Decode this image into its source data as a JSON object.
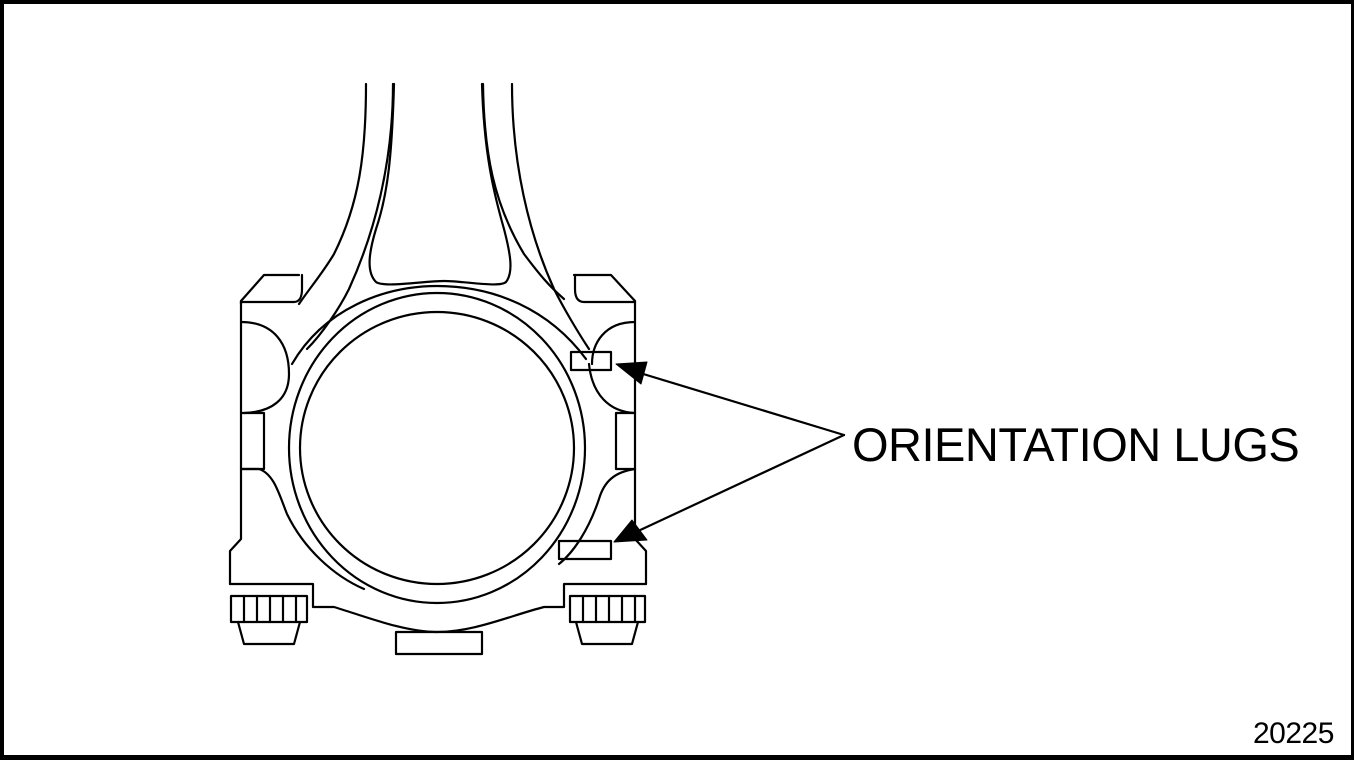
{
  "diagram": {
    "subject": "Connecting rod big end with bearing cap",
    "callout": {
      "label": "ORIENTATION LUGS",
      "targets": [
        "upper-orientation-lug",
        "lower-orientation-lug"
      ]
    },
    "figure_number": "20225",
    "colors": {
      "line": "#000000",
      "background": "#ffffff",
      "frame": "#000000"
    }
  }
}
